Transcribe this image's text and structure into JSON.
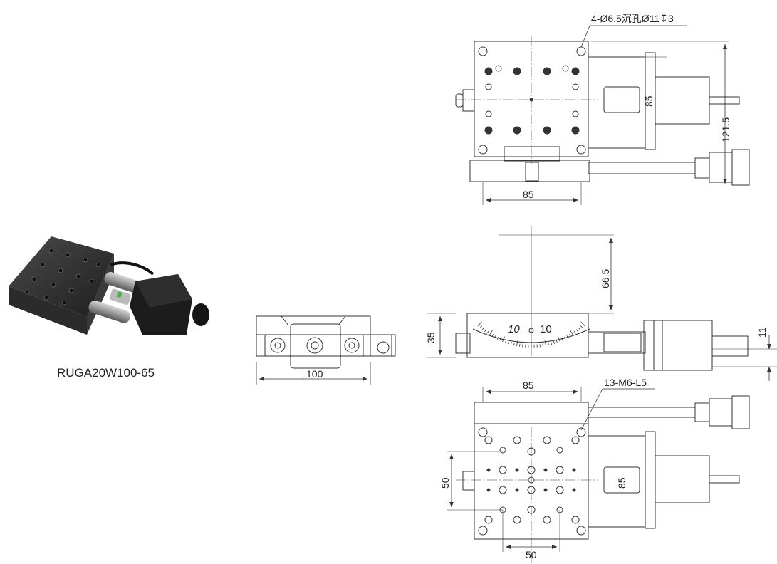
{
  "product": {
    "model": "RUGA20W100-65"
  },
  "top_view": {
    "hole_note": "4-Ø6.5沉孔Ø11↧3",
    "dim_height": "121.5",
    "dim_motor": "85",
    "dim_width": "85"
  },
  "front_view": {
    "dim_width": "100"
  },
  "side_view": {
    "dim_center": "66.5",
    "dim_height": "35",
    "dim_offset": "11",
    "scale_left": "10",
    "scale_right": "10"
  },
  "bottom_view": {
    "dim_top": "85",
    "hole_note": "13-M6-L5",
    "dim_left": "50",
    "dim_bottom": "50",
    "dim_motor": "85"
  }
}
